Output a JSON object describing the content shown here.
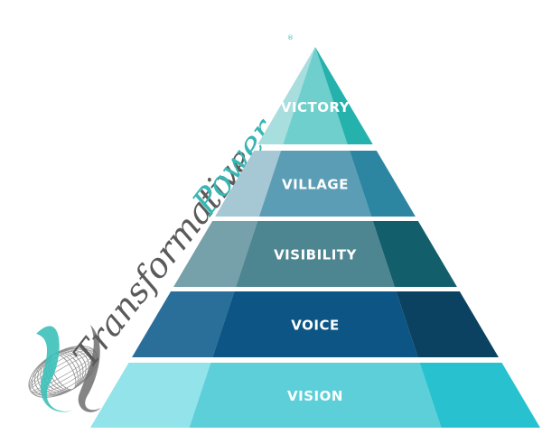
{
  "brand": {
    "word1": "Transformative",
    "word2": "Power",
    "registered": "®",
    "word1_color": "#5a5a5a",
    "word2_color": "#38b6b3",
    "logo_icon": "wireframe-globe-icon"
  },
  "pyramid": {
    "tiers": [
      {
        "label": "VICTORY",
        "left": "#a8dedd",
        "mid": "#6fcfcc",
        "right": "#25b2ad"
      },
      {
        "label": "VILLAGE",
        "left": "#a6c7d4",
        "mid": "#5b9db4",
        "right": "#2d86a1"
      },
      {
        "label": "VISIBILITY",
        "left": "#76a0aa",
        "mid": "#4d8590",
        "right": "#125f6b"
      },
      {
        "label": "VOICE",
        "left": "#2a6e9a",
        "mid": "#0c5585",
        "right": "#0b4262"
      },
      {
        "label": "VISION",
        "left": "#92e3ea",
        "mid": "#5ccfd9",
        "right": "#27c1cf"
      }
    ]
  }
}
